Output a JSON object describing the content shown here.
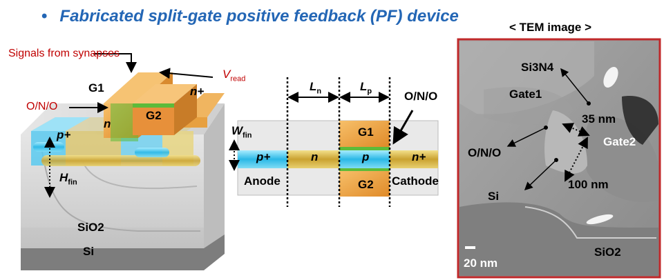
{
  "title": "Fabricated split-gate positive feedback (PF) device",
  "bullet": "•",
  "device3d": {
    "signals": "Signals from synapses",
    "vread": "V",
    "vread_sub": "read",
    "ono": "O/N/O",
    "g1": "G1",
    "g2": "G2",
    "nplus": "n+",
    "n": "n",
    "pplus": "p+",
    "hfin": "H",
    "hfin_sub": "fin",
    "sio2": "SiO2",
    "si": "Si"
  },
  "topview": {
    "ln": "L",
    "ln_sub": "n",
    "lp": "L",
    "lp_sub": "p",
    "ono": "O/N/O",
    "wfin": "W",
    "wfin_sub": "fin",
    "pplus": "p+",
    "n": "n",
    "p": "p",
    "nplus": "n+",
    "g1": "G1",
    "g2": "G2",
    "anode": "Anode",
    "cathode": "Cathode"
  },
  "tem": {
    "header": "< TEM image >",
    "si3n4": "Si3N4",
    "gate1": "Gate1",
    "nm35": "35 nm",
    "gate2": "Gate2",
    "ono": "O/N/O",
    "si": "Si",
    "nm100": "100 nm",
    "sio2": "SiO2",
    "scale": "20 nm"
  },
  "colors": {
    "title": "#2366b5",
    "accent_red": "#c00000",
    "gate_orange": "#f0a040",
    "ono_green": "#5dbb3a",
    "fin_cyan": "#3fc3e8",
    "fin_yellow": "#e0c040",
    "tem_border": "#c0282a"
  }
}
